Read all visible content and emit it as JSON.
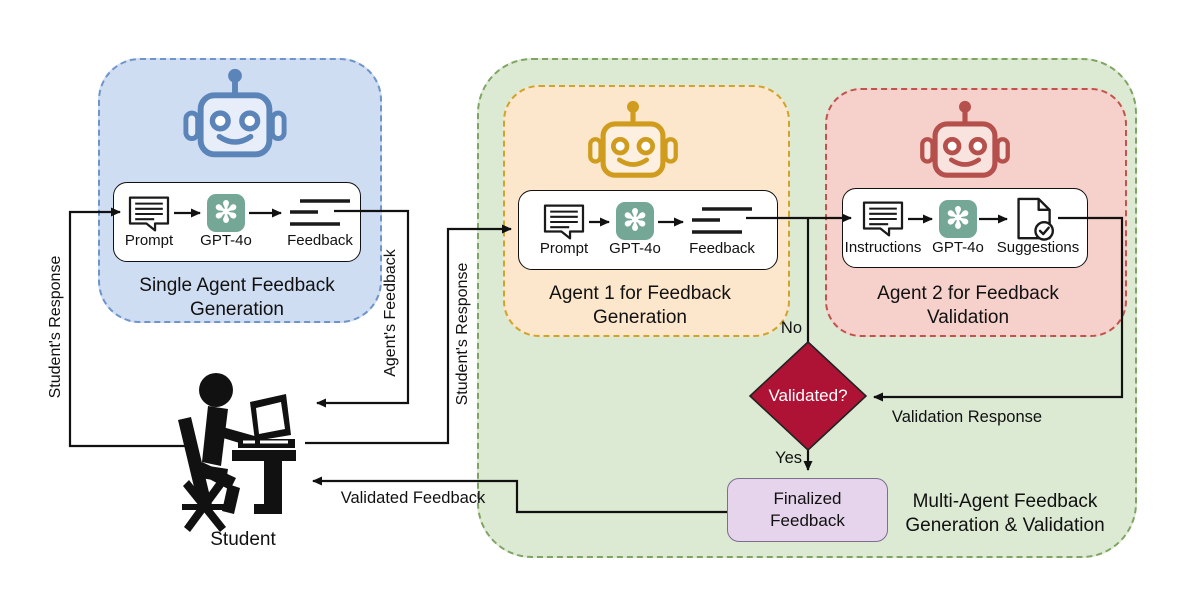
{
  "diagram": {
    "single_agent": {
      "title": "Single Agent Feedback Generation",
      "pipeline": {
        "input_label": "Prompt",
        "model_label": "GPT-4o",
        "output_label": "Feedback"
      }
    },
    "multi_agent": {
      "title": "Multi-Agent Feedback Generation & Validation",
      "agent1": {
        "title": "Agent 1 for Feedback Generation",
        "pipeline": {
          "input_label": "Prompt",
          "model_label": "GPT-4o",
          "output_label": "Feedback"
        }
      },
      "agent2": {
        "title": "Agent 2 for Feedback Validation",
        "pipeline": {
          "input_label": "Instructions",
          "model_label": "GPT-4o",
          "output_label": "Suggestions"
        }
      },
      "decision": {
        "question": "Validated?",
        "no_label": "No",
        "yes_label": "Yes"
      },
      "finalized_box_label": "Finalized Feedback"
    },
    "student": {
      "label": "Student"
    },
    "edges": {
      "students_response_left": "Student's Response",
      "agents_feedback": "Agent's Feedback",
      "students_response_right": "Student's Response",
      "validation_response": "Validation Response",
      "validated_feedback": "Validated Feedback"
    },
    "colors": {
      "single_agent_fill": "#cfddf3",
      "single_agent_border": "#6f94c9",
      "single_agent_robot": "#5b84b9",
      "multi_agent_fill": "#dcead4",
      "multi_agent_border": "#7fa463",
      "agent1_fill": "#fde7cc",
      "agent1_border": "#d0a32b",
      "agent1_robot": "#d09c1e",
      "agent2_fill": "#f6d0ca",
      "agent2_border": "#c1534d",
      "agent2_robot": "#b5504c",
      "decision_fill": "#ae1335",
      "finalized_fill": "#e5d4ec",
      "finalized_border": "#7e6e8e",
      "gpt_icon_bg": "#74a795"
    }
  }
}
